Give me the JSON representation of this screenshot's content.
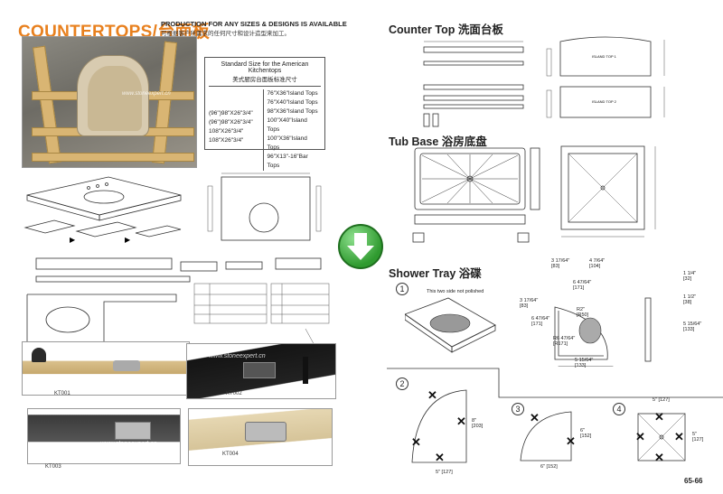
{
  "header": {
    "title": "COUNTERTOPS/台面板",
    "production_heading": "PRODUCTION FOR ANY SIZES & DESIGNS IS AVAILABLE",
    "production_sub": "可根据客户所需求的任何尺寸和设计造型来加工。"
  },
  "standard_size": {
    "heading_en": "Standard Size for the American Kitchentops",
    "heading_cn": "美式厨房台面板标准尺寸",
    "left_column": [
      "(96\")98\"X26\"3/4\"",
      "(96\")98\"X26\"3/4\"",
      "108\"X26\"3/4\"",
      "108\"X26\"3/4\""
    ],
    "right_column": [
      "76\"X36\"Island Tops",
      "76\"X40\"Island Tops",
      "98\"X36\"Island Tops",
      "100\"X40\"Island Tops",
      "100\"X36\"Island Tops",
      "96\"X13\"-16\"Bar Tops"
    ]
  },
  "watermark": "www.stoneexpert.cn",
  "photos": [
    {
      "label": "KT001"
    },
    {
      "label": "KT002"
    },
    {
      "label": "KT003"
    },
    {
      "label": "KT004"
    }
  ],
  "sections": {
    "counter_top": "Counter Top 洗面台板",
    "tub_base": "Tub Base 浴房底盘",
    "shower_tray": "Shower Tray 浴碟"
  },
  "shower_tray": {
    "note": "This two side not polished",
    "numbers": [
      "1",
      "2",
      "3",
      "4"
    ],
    "dims": {
      "d1": "3 17/64\"",
      "d1b": "[83]",
      "d2": "4 7/64\"",
      "d2b": "[104]",
      "d3": "6 47/64\"",
      "d3b": "[171]",
      "d4": "R2\"",
      "d4b": "[R50]",
      "d5": "R6 47/64\"",
      "d5b": "[R171]",
      "d6": "5 15/64\"",
      "d6b": "[133]",
      "d7": "1 1/4\"",
      "d7b": "[32]",
      "d8": "1 1/2\"",
      "d8b": "[38]",
      "d9": "8\"",
      "d9b": "[203]",
      "d10": "6\"",
      "d10b": "[152]",
      "d11": "5\"",
      "d11b": "[127]"
    }
  },
  "counter_top_labels": {
    "island1": "ISLAND TOP 1",
    "island2": "ISLAND TOP 2"
  },
  "page_number": "65-66",
  "colors": {
    "title": "#e8801e",
    "arrow": "#3aa53a"
  }
}
